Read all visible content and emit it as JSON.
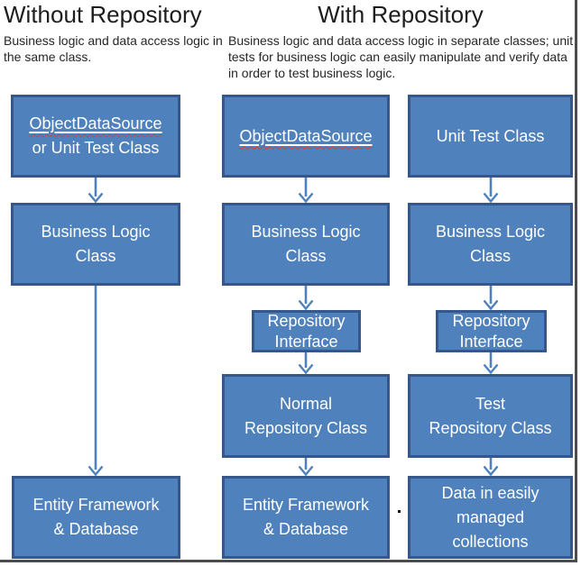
{
  "colors": {
    "box_fill": "#4f81bd",
    "box_border": "#36578c",
    "arrow": "#4f81bd",
    "box_text": "#ffffff",
    "heading_text": "#1d1d1d",
    "squiggle": "#e23b2e",
    "frame": "#4c4c4c"
  },
  "left_section": {
    "title": "Without Repository",
    "description": "Business logic and data access logic in the same class.",
    "boxes": {
      "source_line1": "ObjectDataSource",
      "source_line2": "or Unit Test Class",
      "business": "Business Logic\nClass",
      "ef": "Entity Framework\n& Database"
    }
  },
  "right_section": {
    "title": "With Repository",
    "description": "Business logic and data access logic in separate classes; unit tests for business logic can easily manipulate and verify data in order to test business logic.",
    "normal_column": {
      "source": "ObjectDataSource",
      "business": "Business Logic\nClass",
      "repo_interface": "Repository\nInterface",
      "repository": "Normal\nRepository Class",
      "ef": "Entity Framework\n& Database"
    },
    "test_column": {
      "source": "Unit Test Class",
      "business": "Business Logic\nClass",
      "repo_interface": "Repository\nInterface",
      "repository": "Test\nRepository Class",
      "data": "Data in easily\nmanaged\ncollections"
    }
  }
}
